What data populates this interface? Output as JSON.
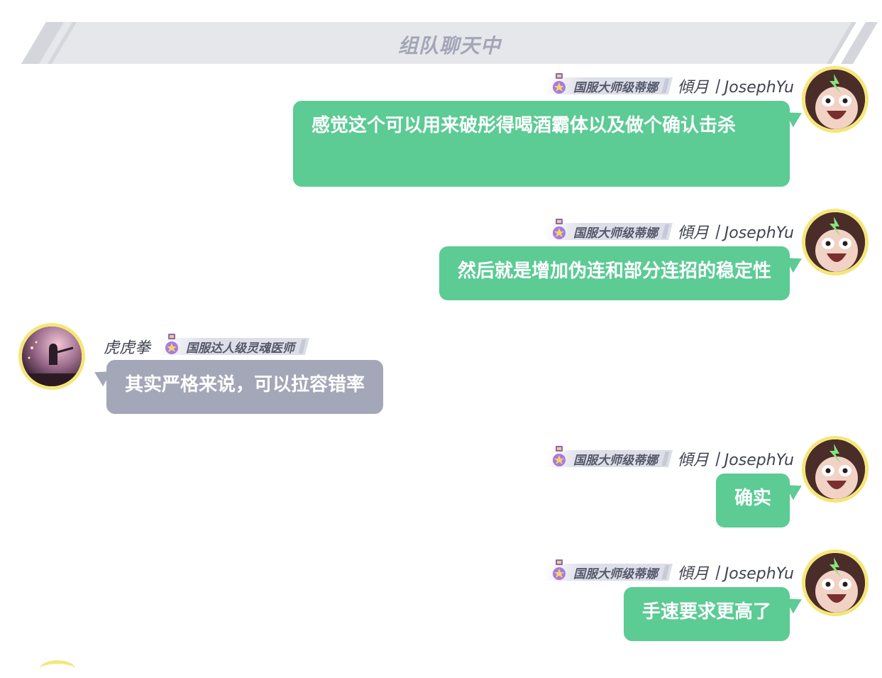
{
  "header": {
    "title": "组队聊天中"
  },
  "badges": {
    "tina": "国服大师级蒂娜",
    "doctor": "国服达人级灵魂医师"
  },
  "users": {
    "self": "傾月丨JosephYu",
    "other": "虎虎拳"
  },
  "messages": [
    {
      "side": "right",
      "text": "感觉这个可以用来破彤得喝酒霸体以及做个确认击杀"
    },
    {
      "side": "right",
      "text": "然后就是增加伪连和部分连招的稳定性"
    },
    {
      "side": "left",
      "text": "其实严格来说，可以拉容错率"
    },
    {
      "side": "right",
      "text": "确实"
    },
    {
      "side": "right",
      "text": "手速要求更高了"
    }
  ],
  "colors": {
    "own_bubble": "#5ccb94",
    "other_bubble": "#a3a7b7",
    "avatar_ring": "#f5e67a",
    "header_text": "#a3a6b6"
  }
}
